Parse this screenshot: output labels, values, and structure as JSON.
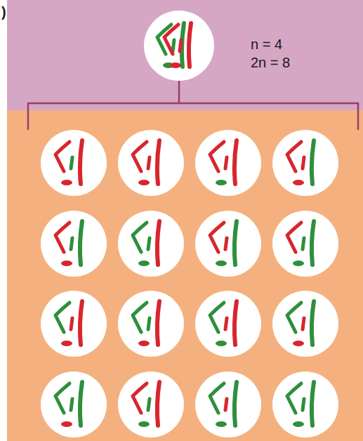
{
  "diagram": {
    "nodes": [
      {
        "text": [
          "n = 4",
          "2n = 8"
        ]
      }
    ],
    "labels": [
      ")"
    ]
  }
}
